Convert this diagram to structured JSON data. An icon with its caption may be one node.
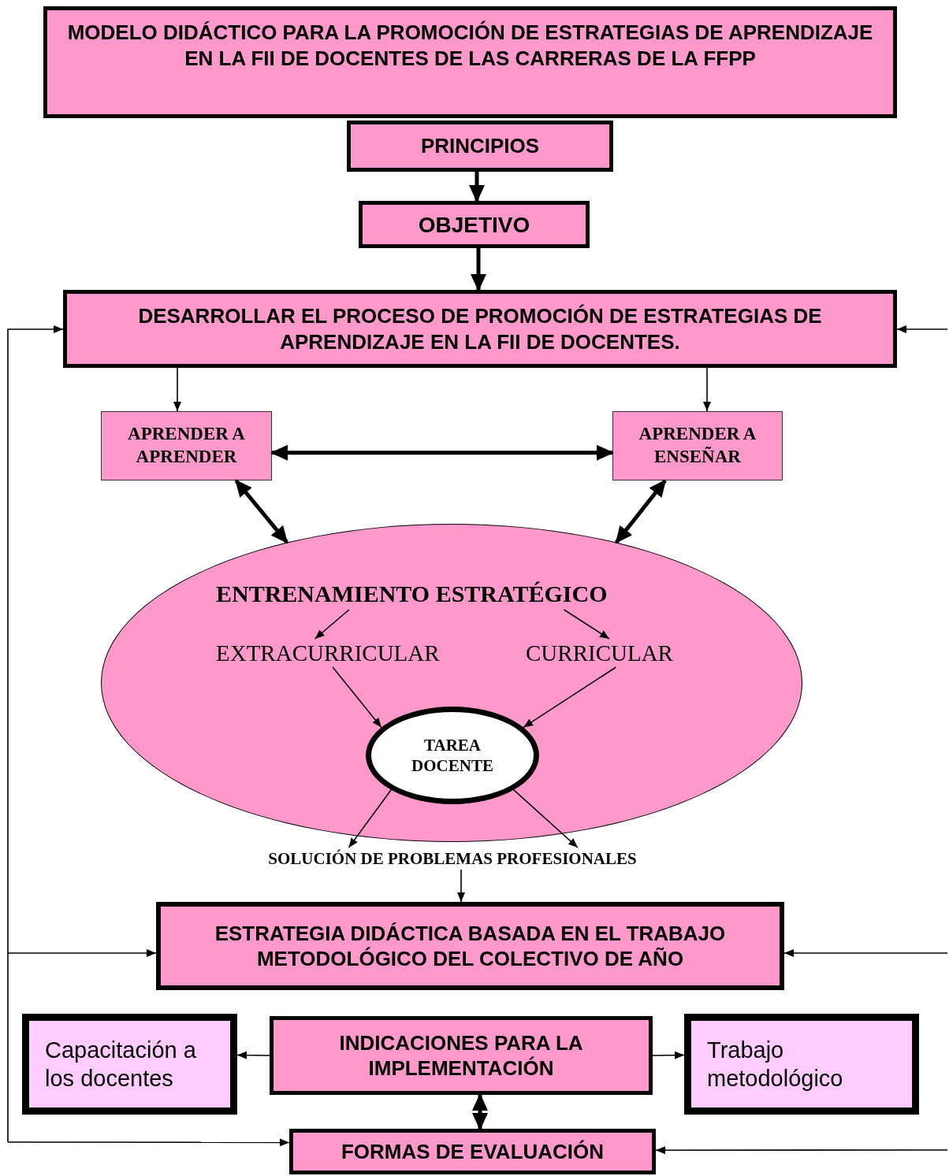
{
  "diagram": {
    "nodes": [
      {
        "text": [
          "MODELO DIDÁCTICO PARA LA PROMOCIÓN DE ESTRATEGIAS DE APRENDIZAJE EN LA FII DE DOCENTES DE LAS CARRERAS DE LA FFPP"
        ]
      },
      {
        "text": [
          "PRINCIPIOS"
        ]
      },
      {
        "text": [
          "OBJETIVO"
        ]
      },
      {
        "text": [
          "DESARROLLAR EL PROCESO DE PROMOCIÓN DE ESTRATEGIAS DE APRENDIZAJE EN LA FII DE DOCENTES."
        ]
      },
      {
        "text": [
          "APRENDER A APRENDER"
        ]
      },
      {
        "text": [
          "APRENDER A ENSEÑAR"
        ]
      },
      {
        "text": [],
        "shape": "ellipse"
      },
      {
        "text": [
          "ENTRENAMIENTO ESTRATÉGICO"
        ],
        "in": 6
      },
      {
        "text": [
          "EXTRACURRICULAR"
        ],
        "in": 6
      },
      {
        "text": [
          "CURRICULAR"
        ],
        "in": 6
      },
      {
        "text": [
          "TAREA DOCENTE"
        ],
        "in": 6
      },
      {
        "text": [
          "SOLUCIÓN DE PROBLEMAS  PROFESIONALES"
        ]
      },
      {
        "text": [
          "ESTRATEGIA DIDÁCTICA BASADA EN EL TRABAJO METODOLÓGICO DEL COLECTIVO DE AÑO"
        ]
      },
      {
        "text": [
          "Capacitación a los docentes"
        ]
      },
      {
        "text": [
          "INDICACIONES PARA LA IMPLEMENTACIÓN"
        ]
      },
      {
        "text": [
          "Trabajo metodológico"
        ]
      },
      {
        "text": [
          "FORMAS DE EVALUACIÓN"
        ]
      }
    ],
    "edges": [
      {
        "from": 1,
        "to": 2,
        "arrow": "to",
        "style": "thick"
      },
      {
        "from": 2,
        "to": 3,
        "arrow": "to",
        "style": "thick"
      },
      {
        "from": 3,
        "to": 4,
        "arrow": "to"
      },
      {
        "from": 3,
        "to": 5,
        "arrow": "to"
      },
      {
        "from": 4,
        "to": 5,
        "arrow": "both",
        "style": "thick"
      },
      {
        "from": 4,
        "to": 6,
        "arrow": "both",
        "style": "thick"
      },
      {
        "from": 5,
        "to": 6,
        "arrow": "both",
        "style": "thick"
      },
      {
        "from": 7,
        "to": 8,
        "arrow": "to"
      },
      {
        "from": 7,
        "to": 9,
        "arrow": "to"
      },
      {
        "from": 8,
        "to": 10,
        "arrow": "to"
      },
      {
        "from": 9,
        "to": 10,
        "arrow": "to"
      },
      {
        "from": 10,
        "to": 11,
        "arrow": "to"
      },
      {
        "from": 10,
        "to": 11,
        "arrow": "to"
      },
      {
        "from": 11,
        "to": 12,
        "arrow": "to"
      },
      {
        "from": 14,
        "to": 13,
        "arrow": "to"
      },
      {
        "from": 14,
        "to": 15,
        "arrow": "to"
      },
      {
        "from": 14,
        "to": 16,
        "arrow": "both",
        "style": "thick"
      },
      {
        "from": null,
        "to": 3,
        "arrow": "to"
      },
      {
        "from": null,
        "to": 12,
        "arrow": "to"
      },
      {
        "from": null,
        "to": 16,
        "arrow": "to"
      },
      {
        "from": null,
        "to": 3,
        "arrow": "to"
      },
      {
        "from": null,
        "to": 12,
        "arrow": "to"
      },
      {
        "from": null,
        "to": 16,
        "arrow": "to"
      }
    ]
  }
}
